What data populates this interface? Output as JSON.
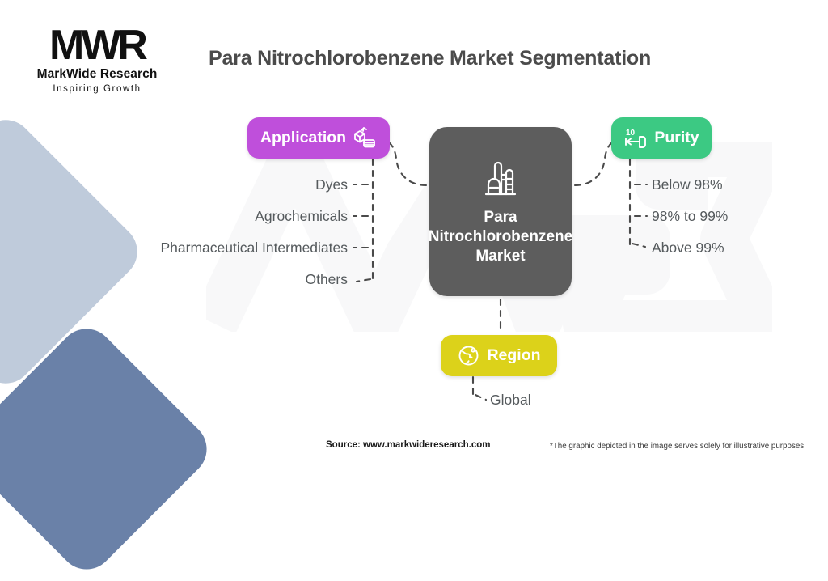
{
  "logo": {
    "mark": "MWR",
    "name": "MarkWide Research",
    "tagline": "Inspiring Growth",
    "watermark_text": "MWR"
  },
  "header": {
    "title": "Para Nitrochlorobenzene Market Segmentation",
    "title_color": "#4b4b4b"
  },
  "diagram": {
    "center": {
      "label": "Para Nitrochlorobenzene Market",
      "icon": "chemical-plant-icon",
      "color": "#5d5d5d"
    },
    "branches": [
      {
        "id": "application",
        "label": "Application",
        "icon": "application-box-icon",
        "color": "#bf4fdb",
        "items": [
          "Dyes",
          "Agrochemicals",
          "Pharmaceutical Intermediates",
          "Others"
        ]
      },
      {
        "id": "purity",
        "label": "Purity",
        "icon": "purity-measure-icon",
        "icon_number": "10",
        "color": "#3cc983",
        "items": [
          "Below 98%",
          "98% to 99%",
          "Above 99%"
        ]
      },
      {
        "id": "region",
        "label": "Region",
        "icon": "globe-icon",
        "color": "#dcd21a",
        "items": [
          "Global"
        ]
      }
    ]
  },
  "footer": {
    "source": "Source: www.markwideresearch.com",
    "disclaimer": "*The graphic depicted in the image serves solely for illustrative purposes"
  }
}
